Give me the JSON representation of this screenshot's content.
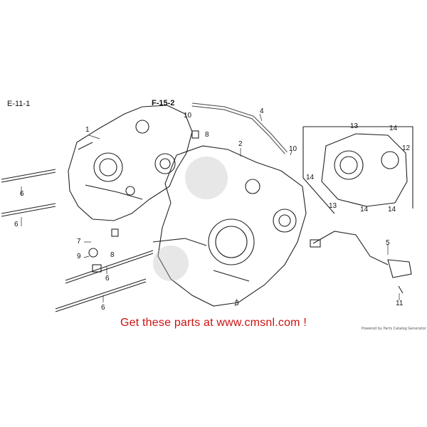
{
  "diagram": {
    "page_code": "E-11-1",
    "reference_code": "F-15-2",
    "callouts": {
      "c1": "1",
      "c2": "2",
      "c3": "3",
      "c4": "4",
      "c5": "5",
      "c6a": "6",
      "c6b": "6",
      "c6c": "6",
      "c6d": "6",
      "c7": "7",
      "c8a": "8",
      "c8b": "8",
      "c9": "9",
      "c10a": "10",
      "c10b": "10",
      "c11": "11",
      "c12": "12",
      "c13a": "13",
      "c13b": "13",
      "c14a": "14",
      "c14b": "14",
      "c14c": "14",
      "c14d": "14"
    },
    "footer": "Get these parts at www.cmsnl.com !",
    "credit": "Powered by Parts Catalog Generator"
  },
  "colors": {
    "line": "#222222",
    "footer_text": "#cc1111"
  }
}
